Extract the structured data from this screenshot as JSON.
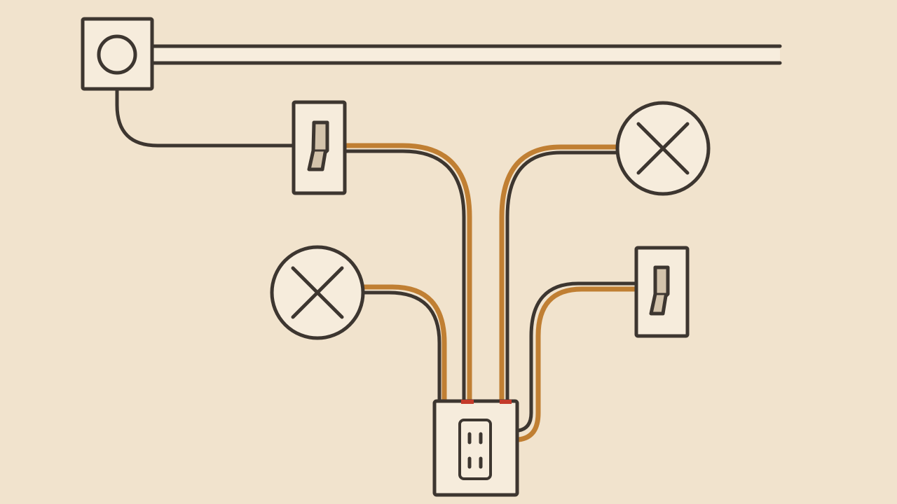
{
  "diagram": {
    "title": "",
    "colors": {
      "background": "#f1e3cd",
      "fixture_fill": "#f6ecdc",
      "outline": "#3d3630",
      "hot_wire": "#c07f33",
      "terminal": "#c43a2a",
      "toggle": "#d3c3ab"
    },
    "components": [
      {
        "type": "power-source-with-supply-line"
      },
      {
        "type": "light-switch",
        "state": "down"
      },
      {
        "type": "light-switch",
        "state": "down"
      },
      {
        "type": "ceiling-lamp"
      },
      {
        "type": "ceiling-lamp"
      },
      {
        "type": "junction-outlet"
      }
    ]
  }
}
